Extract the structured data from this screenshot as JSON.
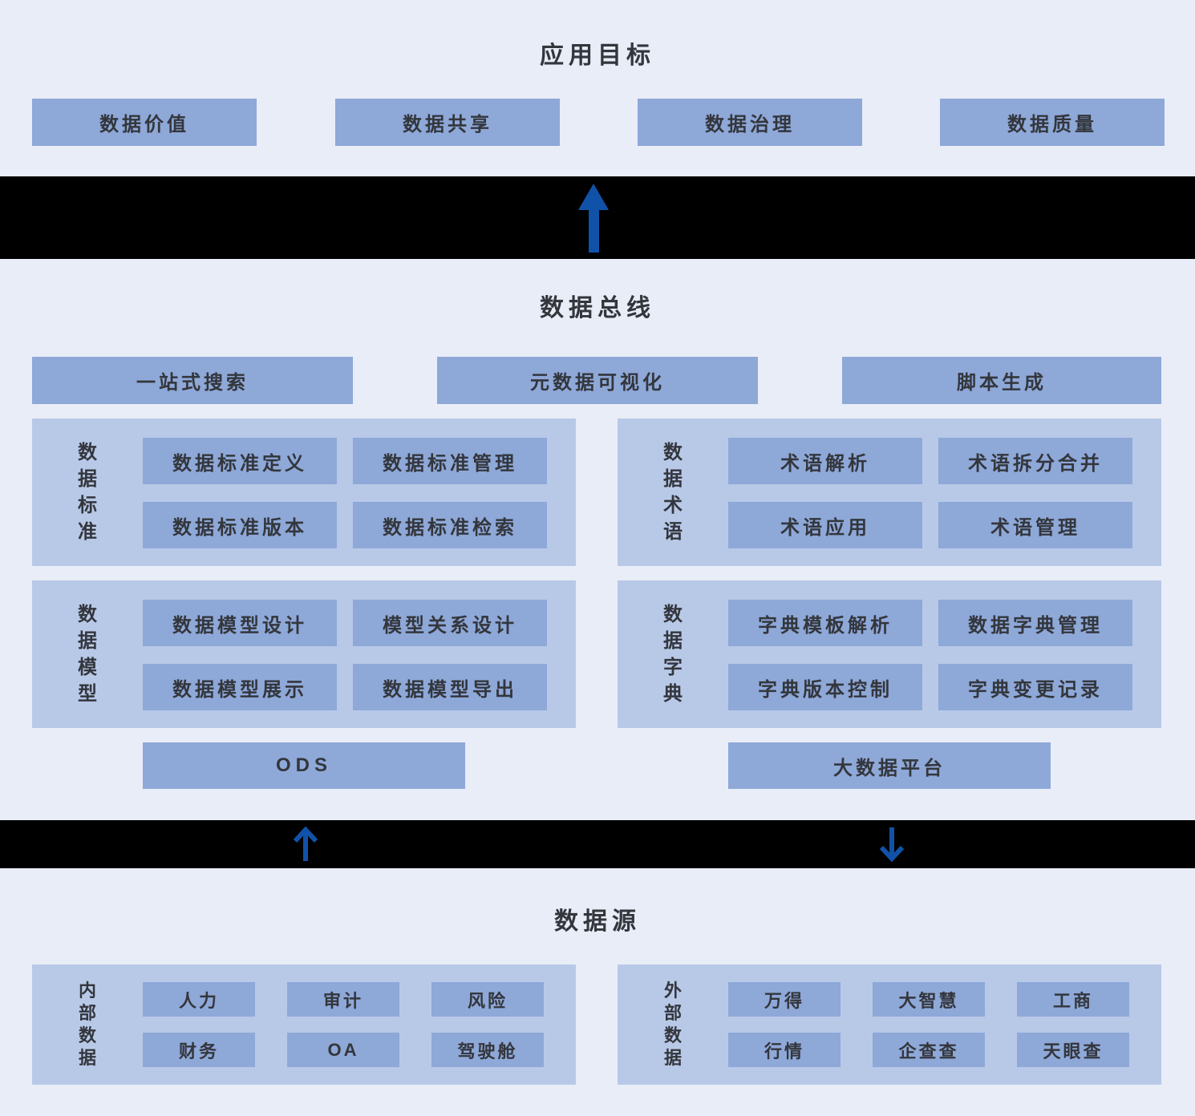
{
  "colors": {
    "bg": "#e9edf7",
    "box": "#8ea8d8",
    "group": "#b8c9e8",
    "ink": "#33363c",
    "band": "#000000",
    "arrow": "#1152a9"
  },
  "app_goals": {
    "title": "应用目标",
    "items": [
      {
        "label": "数据价值"
      },
      {
        "label": "数据共享"
      },
      {
        "label": "数据治理"
      },
      {
        "label": "数据质量"
      }
    ]
  },
  "bus": {
    "title": "数据总线",
    "features": [
      {
        "label": "一站式搜索"
      },
      {
        "label": "元数据可视化"
      },
      {
        "label": "脚本生成"
      }
    ],
    "groups": [
      {
        "name": "数据标准",
        "items": [
          "数据标准定义",
          "数据标准管理",
          "数据标准版本",
          "数据标准检索"
        ]
      },
      {
        "name": "数据术语",
        "items": [
          "术语解析",
          "术语拆分合并",
          "术语应用",
          "术语管理"
        ]
      },
      {
        "name": "数据模型",
        "items": [
          "数据模型设计",
          "模型关系设计",
          "数据模型展示",
          "数据模型导出"
        ]
      },
      {
        "name": "数据字典",
        "items": [
          "字典模板解析",
          "数据字典管理",
          "字典版本控制",
          "字典变更记录"
        ]
      }
    ],
    "platforms": [
      {
        "label": "ODS"
      },
      {
        "label": "大数据平台"
      }
    ]
  },
  "sources": {
    "title": "数据源",
    "groups": [
      {
        "name": "内部数据",
        "items": [
          "人力",
          "审计",
          "风险",
          "财务",
          "OA",
          "驾驶舱"
        ]
      },
      {
        "name": "外部数据",
        "items": [
          "万得",
          "大智慧",
          "工商",
          "行情",
          "企查查",
          "天眼查"
        ]
      }
    ]
  }
}
